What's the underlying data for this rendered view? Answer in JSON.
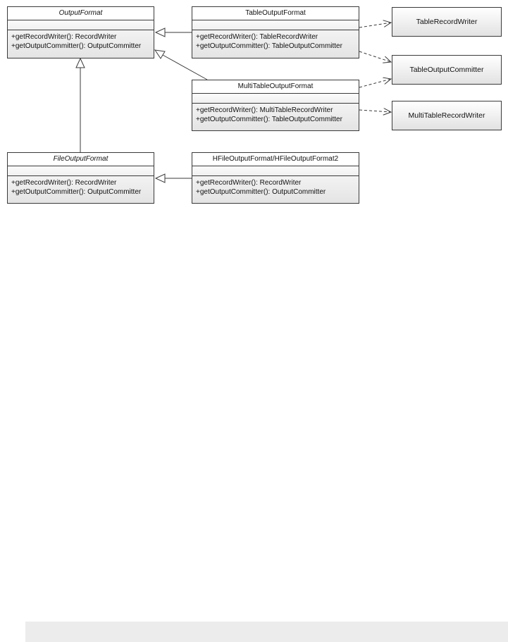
{
  "diagram": {
    "classes": {
      "output_format": {
        "name": "OutputFormat",
        "ops": [
          "+getRecordWriter(): RecordWriter",
          "+getOutputCommitter(): OutputCommitter"
        ]
      },
      "table_output_format": {
        "name": "TableOutputFormat",
        "ops": [
          "+getRecordWriter(): TableRecordWriter",
          "+getOutputCommitter(): TableOutputCommitter"
        ]
      },
      "multi_table_output_format": {
        "name": "MultiTableOutputFormat",
        "ops": [
          "+getRecordWriter(): MultiTableRecordWriter",
          "+getOutputCommitter(): TableOutputCommitter"
        ]
      },
      "file_output_format": {
        "name": "FileOutputFormat",
        "ops": [
          "+getRecordWriter(): RecordWriter",
          "+getOutputCommitter(): OutputCommitter"
        ]
      },
      "hfile_output_format": {
        "name": "HFileOutputFormat/HFileOutputFormat2",
        "ops": [
          "+getRecordWriter(): RecordWriter",
          "+getOutputCommitter(): OutputCommitter"
        ]
      }
    },
    "boxes": {
      "table_record_writer": "TableRecordWriter",
      "table_output_committer": "TableOutputCommitter",
      "multi_table_record_writer": "MultiTableRecordWriter"
    },
    "relations": [
      {
        "from": "TableOutputFormat",
        "to": "OutputFormat",
        "kind": "generalization"
      },
      {
        "from": "MultiTableOutputFormat",
        "to": "OutputFormat",
        "kind": "generalization"
      },
      {
        "from": "FileOutputFormat",
        "to": "OutputFormat",
        "kind": "generalization"
      },
      {
        "from": "HFileOutputFormat/HFileOutputFormat2",
        "to": "FileOutputFormat",
        "kind": "generalization"
      },
      {
        "from": "TableOutputFormat",
        "to": "TableRecordWriter",
        "kind": "dependency"
      },
      {
        "from": "TableOutputFormat",
        "to": "TableOutputCommitter",
        "kind": "dependency"
      },
      {
        "from": "MultiTableOutputFormat",
        "to": "TableOutputCommitter",
        "kind": "dependency"
      },
      {
        "from": "MultiTableOutputFormat",
        "to": "MultiTableRecordWriter",
        "kind": "dependency"
      }
    ],
    "colors": {
      "line": "#3a3a3a",
      "box_gradient_top": "#ffffff",
      "box_gradient_bottom": "#e4e4e4",
      "bottom_bar": "#ececec"
    }
  }
}
